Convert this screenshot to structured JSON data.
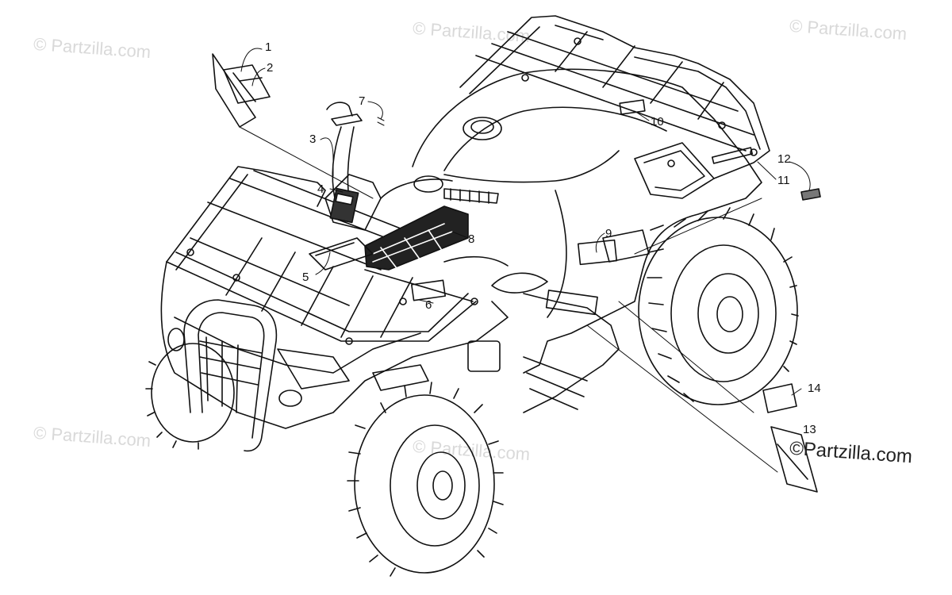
{
  "watermarks": {
    "tl": "© Partzilla.com",
    "tc": "© Partzilla.com",
    "tr": "© Partzilla.com",
    "bl": "© Partzilla.com",
    "bc": "© Partzilla.com",
    "main": "©Partzilla.com"
  },
  "callouts": [
    "1",
    "2",
    "3",
    "4",
    "5",
    "6",
    "7",
    "8",
    "9",
    "10",
    "11",
    "12",
    "13",
    "14"
  ]
}
